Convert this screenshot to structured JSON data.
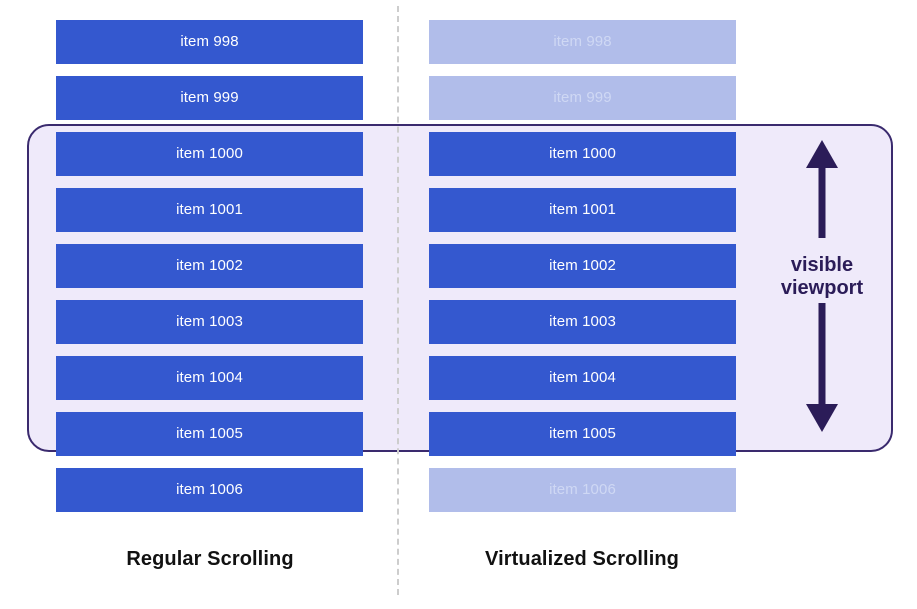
{
  "diagram": {
    "title": "Regular Scrolling vs Virtualized Scrolling",
    "colors": {
      "item_active": "#3458cf",
      "item_faded_bg": "#b1bdea",
      "item_faded_text": "#cfd8f4",
      "viewport_fill": "#efeafa",
      "viewport_border": "#3a2a6e",
      "divider": "#cdcdcd",
      "caption_text": "#111111",
      "annotation_text": "#2b1c58"
    }
  },
  "divider": {
    "name": "vertical-dashed-divider",
    "style": "dashed"
  },
  "viewport": {
    "box_label": "visible-viewport-region",
    "annotation_label_line1": "visible",
    "annotation_label_line2": "viewport",
    "arrow_icon": "double-headed-vertical-arrow-icon"
  },
  "columns": [
    {
      "key": "regular",
      "caption": "Regular Scrolling",
      "items": [
        {
          "label": "item 998",
          "in_viewport": false,
          "rendered": true
        },
        {
          "label": "item 999",
          "in_viewport": false,
          "rendered": true
        },
        {
          "label": "item 1000",
          "in_viewport": true,
          "rendered": true
        },
        {
          "label": "item 1001",
          "in_viewport": true,
          "rendered": true
        },
        {
          "label": "item 1002",
          "in_viewport": true,
          "rendered": true
        },
        {
          "label": "item 1003",
          "in_viewport": true,
          "rendered": true
        },
        {
          "label": "item 1004",
          "in_viewport": true,
          "rendered": true
        },
        {
          "label": "item 1005",
          "in_viewport": true,
          "rendered": true
        },
        {
          "label": "item 1006",
          "in_viewport": false,
          "rendered": true
        }
      ]
    },
    {
      "key": "virtualized",
      "caption": "Virtualized Scrolling",
      "items": [
        {
          "label": "item 998",
          "in_viewport": false,
          "rendered": false
        },
        {
          "label": "item 999",
          "in_viewport": false,
          "rendered": false
        },
        {
          "label": "item 1000",
          "in_viewport": true,
          "rendered": true
        },
        {
          "label": "item 1001",
          "in_viewport": true,
          "rendered": true
        },
        {
          "label": "item 1002",
          "in_viewport": true,
          "rendered": true
        },
        {
          "label": "item 1003",
          "in_viewport": true,
          "rendered": true
        },
        {
          "label": "item 1004",
          "in_viewport": true,
          "rendered": true
        },
        {
          "label": "item 1005",
          "in_viewport": true,
          "rendered": true
        },
        {
          "label": "item 1006",
          "in_viewport": false,
          "rendered": false
        }
      ]
    }
  ]
}
